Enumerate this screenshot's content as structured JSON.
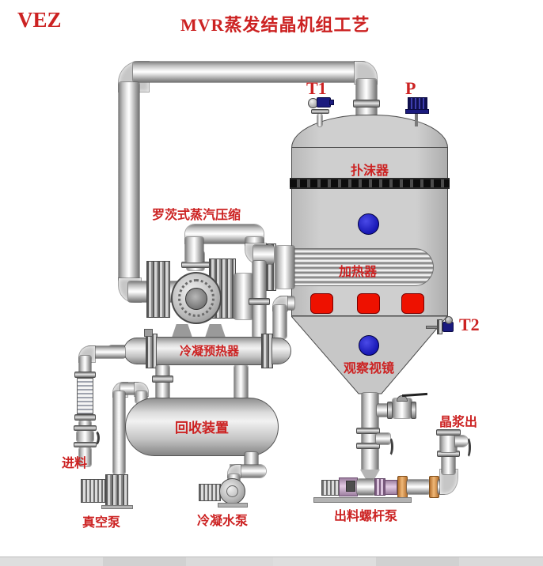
{
  "header": {
    "logo": "VEZ",
    "title": "MVR蒸发结晶机组工艺"
  },
  "instruments": {
    "t1": "T1",
    "p": "P",
    "t2": "T2"
  },
  "equipment_labels": {
    "demister": "扑沫器",
    "heater": "加热器",
    "compressor": "罗茨式蒸汽压缩",
    "preheater": "冷凝预热器",
    "sight_glass": "观察视镜",
    "recovery_unit": "回收装置",
    "feed": "进料",
    "vacuum_pump": "真空泵",
    "condensate_pump": "冷凝水泵",
    "discharge_screw_pump": "出料螺杆泵",
    "slurry_outlet": "晶浆出"
  },
  "colors": {
    "label_red": "#cc2222",
    "pipe_gray": "#c6c6c6",
    "vessel_gray": "#c9c9c9",
    "sight_glass_blue": "#2222cc",
    "port_red": "#ee1100",
    "instrument_navy": "#1b1b7e",
    "coupling_orange": "#e0a05a",
    "screw_pump_pink": "#c9aac9"
  }
}
